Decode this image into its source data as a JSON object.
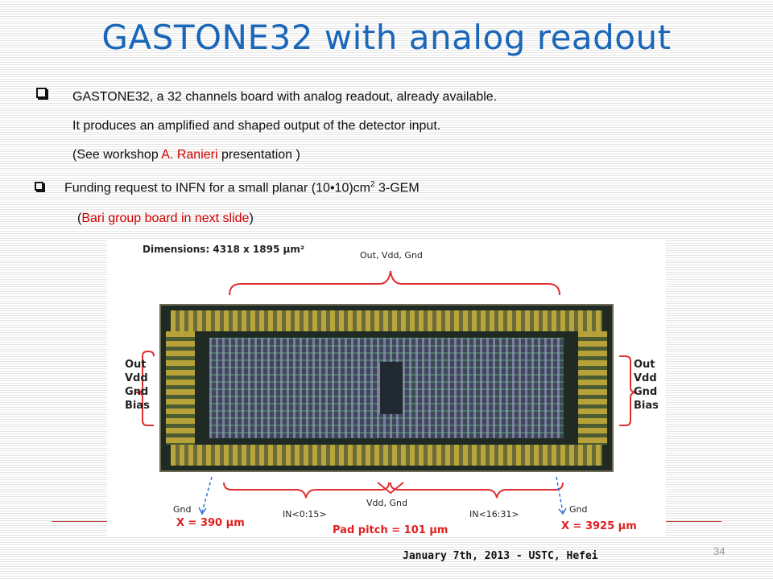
{
  "slide": {
    "title": "GASTONE32 with analog readout",
    "bullets": {
      "b1_line1": "GASTONE32, a 32 channels board with analog readout, already available.",
      "b1_line2": "It produces  an amplified and shaped output of the detector input.",
      "b1_line3_pre": "(See workshop ",
      "b1_line3_red": "A. Ranieri",
      "b1_line3_post": " presentation )",
      "b2_pre": "Funding request to INFN for a small planar (10",
      "b2_dot": "•",
      "b2_mid": "10)cm",
      "b2_sup": "2",
      "b2_post": "  3-GEM",
      "b2_sub_open": "(",
      "b2_sub_red": "Bari group board in next slide",
      "b2_sub_close": ")"
    }
  },
  "figure": {
    "dimensions": "Dimensions: 4318 x 1895 μm²",
    "top_label": "Out, Vdd, Gnd",
    "left_labels": [
      "Out",
      "Vdd",
      "Gnd",
      "Bias"
    ],
    "right_labels": [
      "Out",
      "Vdd",
      "Gnd",
      "Bias"
    ],
    "bottom_gnd_left": "Gnd",
    "bottom_in_left": "IN<0:15>",
    "bottom_vdd": "Vdd, Gnd",
    "bottom_in_right": "IN<16:31>",
    "bottom_gnd_right": "Gnd",
    "x_left": "X = 390 μm",
    "pad_pitch": "Pad pitch = 101 μm",
    "x_right": "X = 3925 μm"
  },
  "footer": {
    "text": "January 7th, 2013 - USTC, Hefei",
    "page": "34"
  },
  "colors": {
    "title": "#1a66b8",
    "highlight_red": "#d40000",
    "annotation_red": "#e02020"
  }
}
